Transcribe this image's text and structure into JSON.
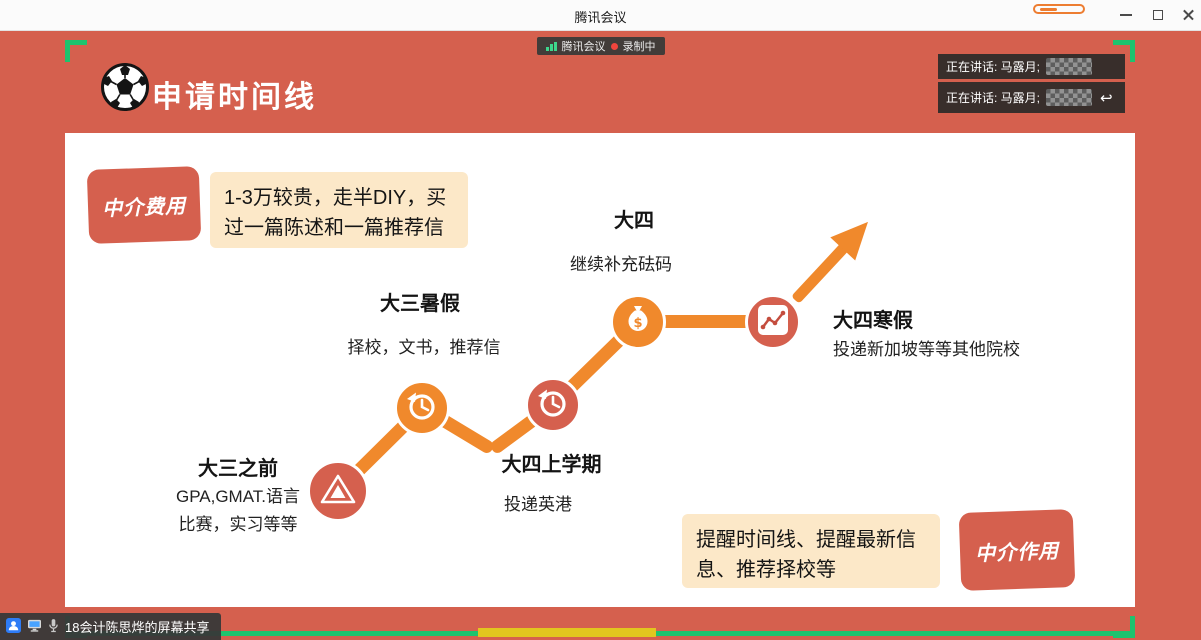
{
  "window": {
    "title": "腾讯会议"
  },
  "overlays": {
    "recording": {
      "app": "腾讯会议",
      "status": "录制中"
    },
    "speakers": [
      {
        "text": "正在讲话: 马露月;"
      },
      {
        "text": "正在讲话: 马露月;"
      }
    ],
    "share_banner": "18会计陈思烨的屏幕共享"
  },
  "slide": {
    "title": "申请时间线",
    "fee": {
      "label": "中介费用",
      "desc": "1-3万较贵，走半DIY，买过一篇陈述和一篇推荐信"
    },
    "role": {
      "label": "中介作用",
      "desc": "提醒时间线、提醒最新信息、推荐择校等"
    },
    "timeline": [
      {
        "title": "大三之前",
        "desc": "GPA,GMAT.语言\n比赛，实习等等",
        "icon": "mountain-badge-icon"
      },
      {
        "title": "大三暑假",
        "desc": "择校，文书，推荐信",
        "icon": "history-clock-icon"
      },
      {
        "title": "大四上学期",
        "desc": "投递英港",
        "icon": "history-clock-icon"
      },
      {
        "title": "大四",
        "desc": "继续补充砝码",
        "icon": "money-bag-icon"
      },
      {
        "title": "大四寒假",
        "desc": "投递新加坡等等其他院校",
        "icon": "line-chart-icon"
      }
    ]
  },
  "icons": {
    "reply": "↩"
  },
  "colors": {
    "slide_red": "#d5604e",
    "accent_orange": "#f0892c",
    "cream": "#fce8c8",
    "marker_green": "#1ec36e",
    "badge_dark": "#3a3a38"
  }
}
